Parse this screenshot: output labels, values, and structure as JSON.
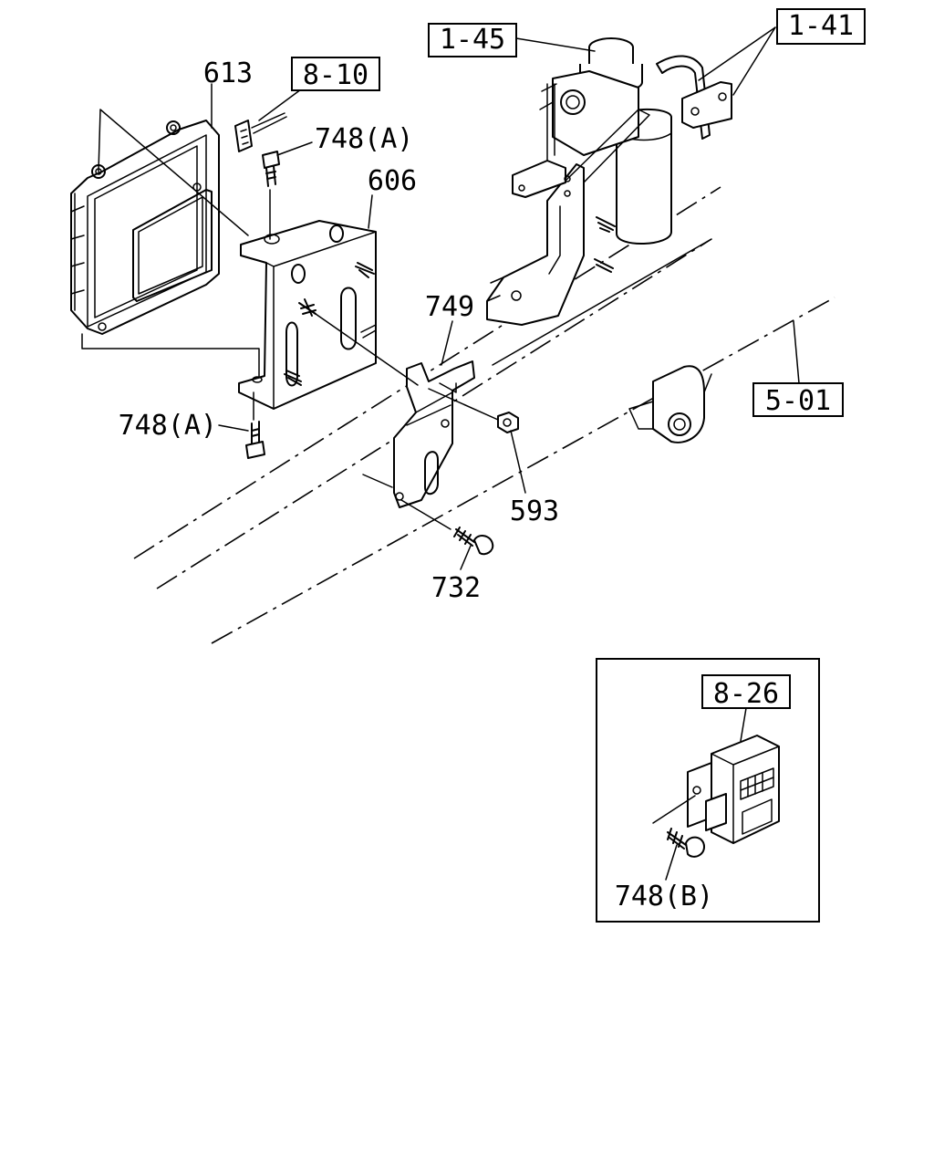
{
  "labels": {
    "ref_1_45": "1-45",
    "ref_1_41": "1-41",
    "ref_8_10": "8-10",
    "ref_5_01": "5-01",
    "ref_8_26": "8-26",
    "part_613": "613",
    "part_748a_top": "748(A)",
    "part_606": "606",
    "part_749": "749",
    "part_748a_bottom": "748(A)",
    "part_593": "593",
    "part_732": "732",
    "part_748b": "748(B)"
  }
}
